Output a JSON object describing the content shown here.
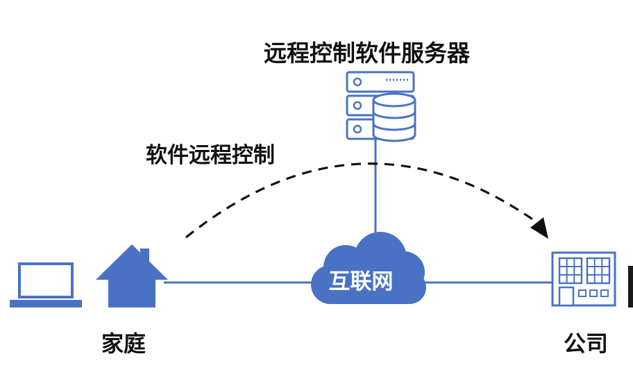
{
  "labels": {
    "server": "远程控制软件服务器",
    "method": "软件远程控制",
    "internet": "互联网",
    "home": "家庭",
    "office": "公司"
  },
  "colors": {
    "primary": "#4a72c4",
    "line": "#4a72c4",
    "dash": "#111111",
    "text": "#111111"
  },
  "icons": [
    "laptop-icon",
    "house-icon",
    "server-icon",
    "database-icon",
    "cloud-icon",
    "office-building-icon"
  ]
}
